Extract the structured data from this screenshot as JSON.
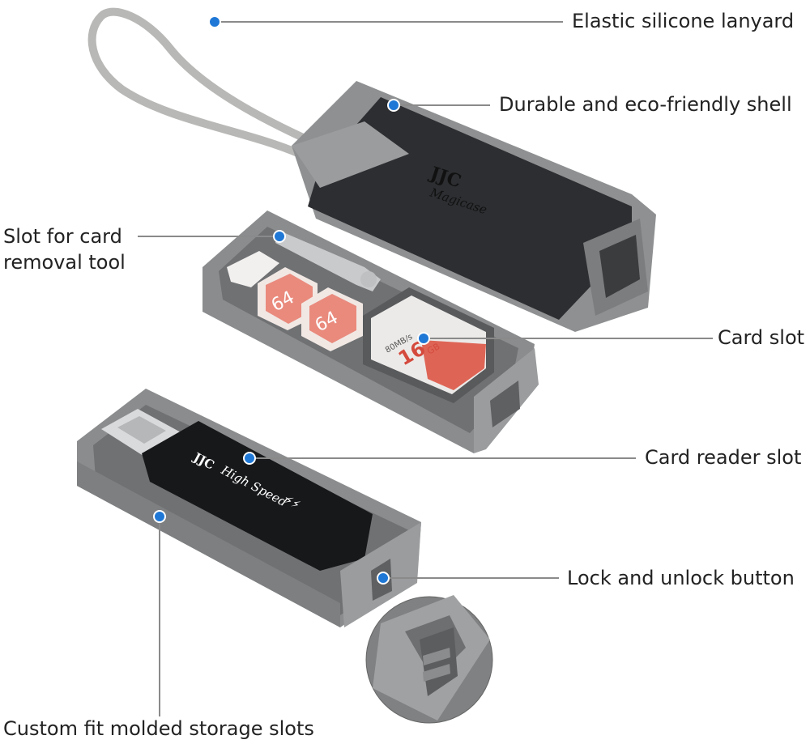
{
  "callouts": {
    "lanyard": "Elastic silicone lanyard",
    "shell": "Durable and eco-friendly shell",
    "removal_tool_line1": "Slot for card",
    "removal_tool_line2": "removal tool",
    "card_slot": "Card slot",
    "card_reader_slot": "Card reader slot",
    "lock_button": "Lock and unlock button",
    "storage_slots": "Custom fit molded storage slots"
  },
  "product": {
    "brand": "JJC",
    "model": "Magicase",
    "reader_text": "High Speed",
    "microsd_capacity": "64",
    "sd_capacity": "16",
    "sd_capacity_unit": "GB",
    "sd_speed": "80MB/s"
  },
  "colors": {
    "marker": "#1f78d6",
    "leader_line": "#8a8a8a",
    "case_gray": "#8c8e8f",
    "case_dark": "#2b2d30",
    "card_red": "#d9584c"
  }
}
